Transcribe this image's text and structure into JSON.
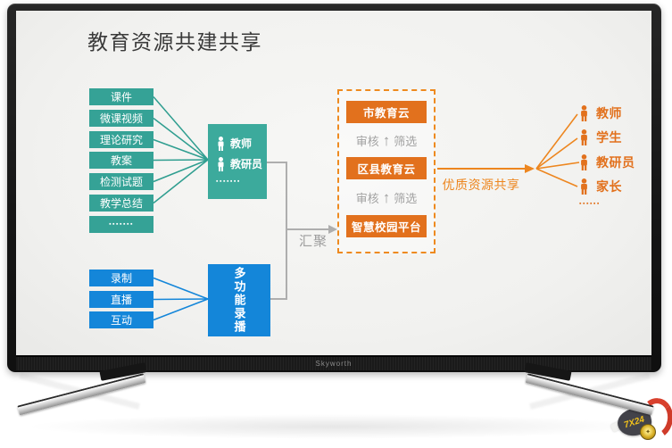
{
  "title": "教育资源共建共享",
  "sources": {
    "resources": [
      "课件",
      "微课视频",
      "理论研究",
      "教案",
      "检测试题",
      "教学总结",
      "▪▪▪▪▪▪▪"
    ],
    "contributors": {
      "teacher": "教师",
      "researcher": "教研员",
      "dots": "▪▪▪▪▪▪▪"
    },
    "recording": [
      "录制",
      "直播",
      "互动"
    ],
    "recorder": "多功能录播"
  },
  "flow": {
    "aggregate": "汇聚",
    "share": "优质资源共享"
  },
  "platform": {
    "levels": [
      "市教育云",
      "区县教育云",
      "智慧校园平台"
    ],
    "review": "审核",
    "filter": "筛选",
    "arrow": "↑"
  },
  "audience": {
    "items": [
      "教师",
      "学生",
      "教研员",
      "家长"
    ],
    "dots": "▪▪▪▪▪▪"
  },
  "tv": {
    "brand": "Skyworth"
  },
  "watermark": {
    "text": "7X24",
    "star": "✦"
  },
  "colors": {
    "teal": "#35a296",
    "blue": "#1486d9",
    "orange": "#e2711d",
    "orange_light": "#ee8a1f",
    "gray_text": "#a2a2a2",
    "line_gray": "#aeaeae"
  }
}
